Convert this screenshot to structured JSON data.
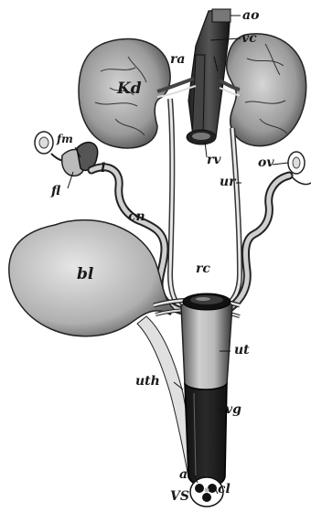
{
  "figure": {
    "labels": {
      "ao": "ao",
      "vc": "vc",
      "ra": "ra",
      "kd": "Kd",
      "rv": "rv",
      "ov": "ov",
      "fm": "fm",
      "l": "l",
      "fl": "fl",
      "cn": "cn",
      "ur": "ur",
      "bl": "bl",
      "rc": "rc",
      "ut": "ut",
      "uth": "uth",
      "vg": "vg",
      "a": "a",
      "cl": "cl",
      "vs": "VS"
    }
  }
}
